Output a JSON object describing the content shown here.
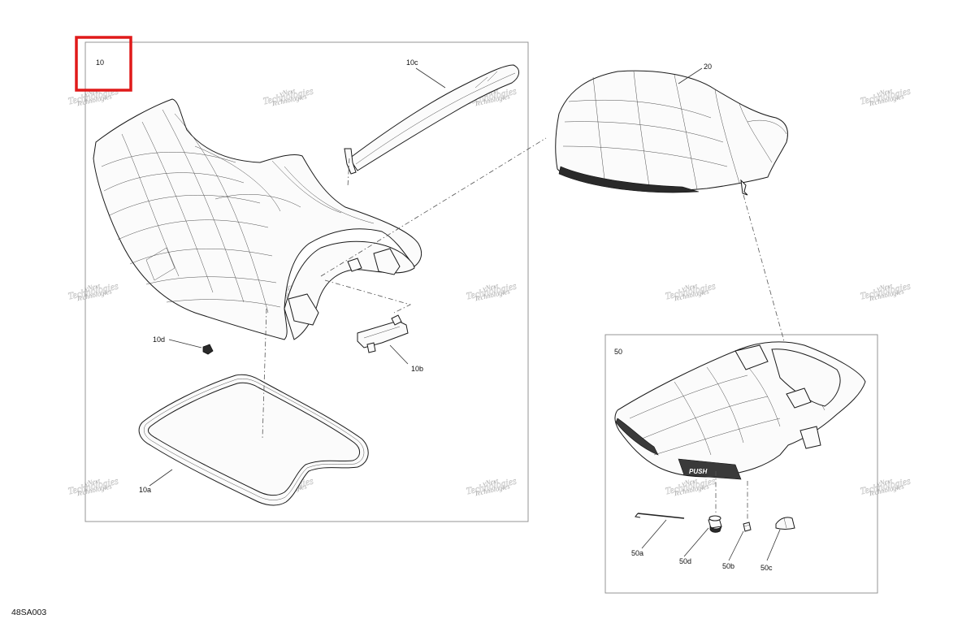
{
  "document": {
    "code": "48SA003"
  },
  "groups": [
    {
      "id": "10",
      "label": "10"
    },
    {
      "id": "50",
      "label": "50"
    }
  ],
  "callouts": {
    "c10": "10",
    "c10a": "10a",
    "c10b": "10b",
    "c10c": "10c",
    "c10d": "10d",
    "c20": "20",
    "c50": "50",
    "c50a": "50a",
    "c50b": "50b",
    "c50c": "50c",
    "c50d": "50d"
  },
  "part_texts": {
    "push_label": "PUSH"
  },
  "watermark": {
    "line1": "vNext",
    "line2": "Technologies"
  },
  "colors": {
    "highlight": "#e01a1a",
    "frame": "#8a8a8a",
    "watermark": "#a8a8a8"
  }
}
